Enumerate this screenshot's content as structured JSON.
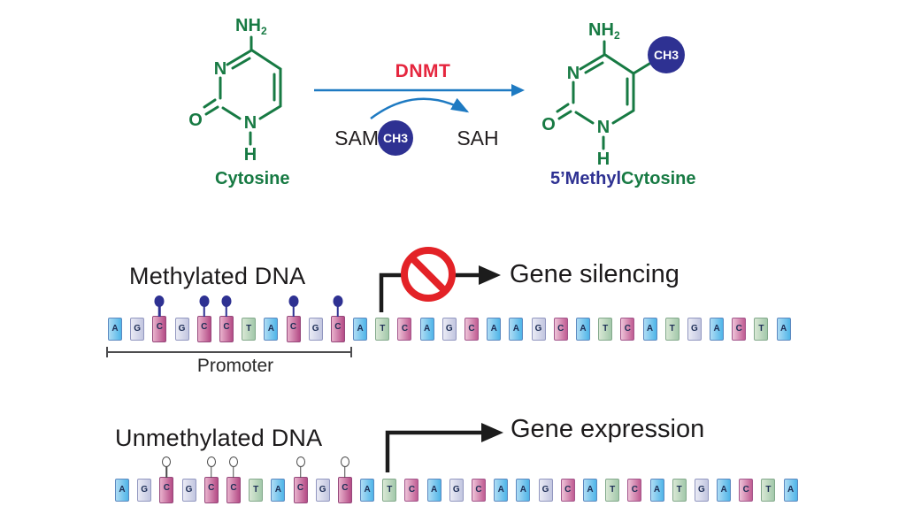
{
  "reaction": {
    "enzyme_label": "DNMT",
    "substrate_label": "SAM",
    "product_label": "SAH",
    "methyl_label": "CH3",
    "cytosine_label": "Cytosine",
    "methylcytosine_prefix": "5’Methyl",
    "methylcytosine_suffix": "Cytosine",
    "atoms": {
      "amine": "NH",
      "amine_sub": "2",
      "n": "N",
      "o": "O",
      "h": "H"
    }
  },
  "methylated_section": {
    "title": "Methylated DNA",
    "outcome": "Gene silencing",
    "promoter_label": "Promoter"
  },
  "unmethylated_section": {
    "title": "Unmethylated DNA",
    "outcome": "Gene expression"
  },
  "sequence": {
    "bases": [
      "A",
      "G",
      "C",
      "G",
      "C",
      "C",
      "T",
      "A",
      "C",
      "G",
      "C",
      "A",
      "T",
      "C",
      "A",
      "G",
      "C",
      "A",
      "A",
      "G",
      "C",
      "A",
      "T",
      "C",
      "A",
      "T",
      "G",
      "A",
      "C",
      "T",
      "A"
    ],
    "methylated_positions": [
      2,
      4,
      5,
      8,
      10
    ]
  },
  "colors": {
    "structure_green": "#177a43",
    "methyl_navy": "#2e3192",
    "arrow_blue": "#1e7ac2",
    "enzyme_red": "#e5263e",
    "prohibition_red": "#e32227",
    "text_black": "#231f20",
    "base_a_blue": "#4fb5e8",
    "base_g_lavender": "#c2c6e0",
    "base_c_pink": "#c05c92",
    "base_t_green": "#a2c8aa"
  }
}
